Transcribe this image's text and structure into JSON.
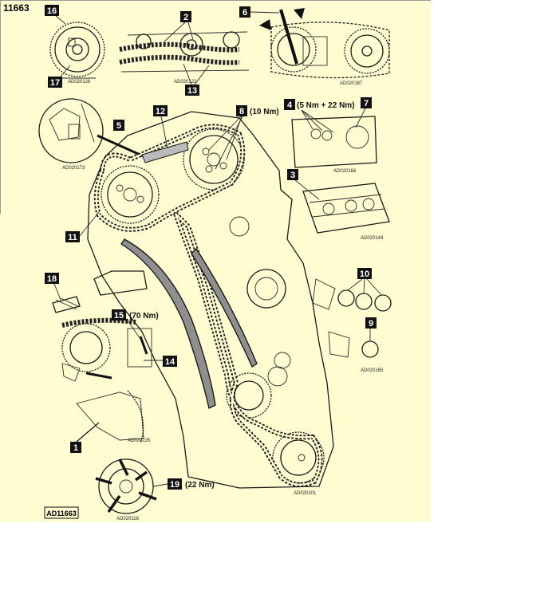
{
  "figure": {
    "id_label": "11663",
    "ref_label": "AD11663",
    "background": "#fffcd2"
  },
  "callouts": [
    {
      "num": "1"
    },
    {
      "num": "2"
    },
    {
      "num": "3"
    },
    {
      "num": "4",
      "torque": "(5 Nm + 22 Nm)"
    },
    {
      "num": "5"
    },
    {
      "num": "6"
    },
    {
      "num": "7"
    },
    {
      "num": "8",
      "torque": "(10 Nm)"
    },
    {
      "num": "9"
    },
    {
      "num": "10"
    },
    {
      "num": "11"
    },
    {
      "num": "12"
    },
    {
      "num": "13"
    },
    {
      "num": "14"
    },
    {
      "num": "15",
      "torque": "(70 Nm)"
    },
    {
      "num": "16"
    },
    {
      "num": "17"
    },
    {
      "num": "18"
    },
    {
      "num": "19",
      "torque": "(22 Nm)"
    }
  ],
  "sub_codes": [
    "AD020126",
    "AD020122",
    "AD020167",
    "AD020173",
    "AD020166",
    "AD020144",
    "AD020165",
    "AD024226",
    "AD020101",
    "AD020116"
  ]
}
